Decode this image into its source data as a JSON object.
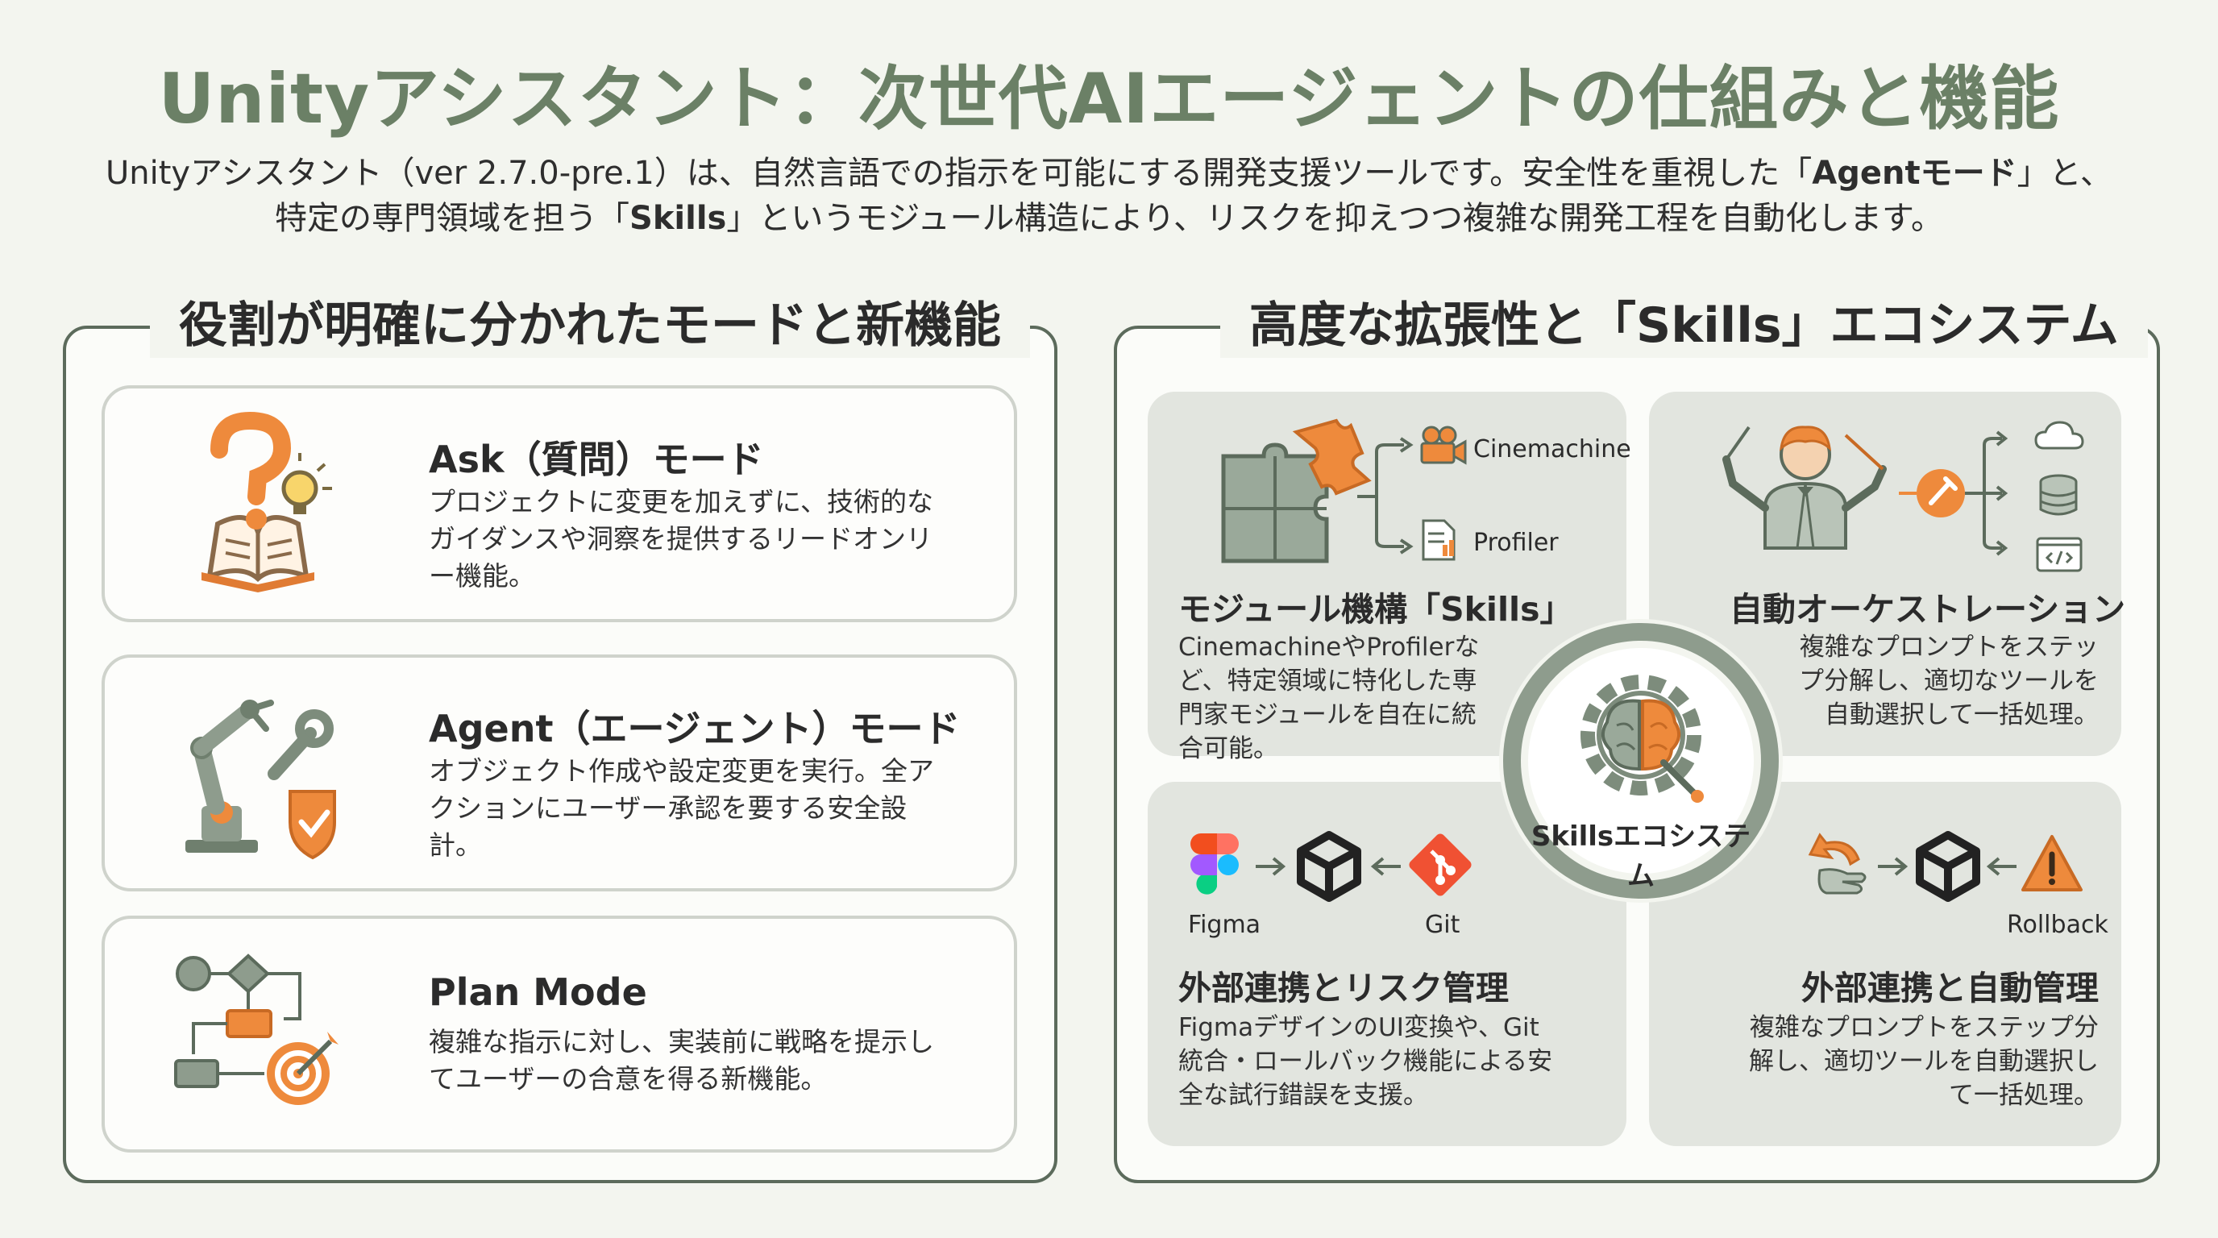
{
  "header": {
    "title": "Unityアシスタント：次世代AIエージェントの仕組みと機能",
    "intro_line1": {
      "pre": "Unityアシスタント（ver 2.7.0-pre.1）は、自然言語での指示を可能にする開発支援ツールです。安全性を重視した「",
      "bold": "Agentモード",
      "post": "」と、"
    },
    "intro_line2": {
      "pre": "特定の専門領域を担う「",
      "bold": "Skills",
      "post": "」というモジュール構造により、リスクを抑えつつ複雑な開発工程を自動化します。"
    }
  },
  "left_panel": {
    "title": "役割が明確に分かれたモードと新機能",
    "cards": [
      {
        "title": "Ask（質問）モード",
        "description": "プロジェクトに変更を加えずに、技術的なガイダンスや洞察を提供するリードオンリー機能。",
        "icon": "book-question-icon"
      },
      {
        "title": "Agent（エージェント）モード",
        "description": "オブジェクト作成や設定変更を実行。全アクションにユーザー承認を要する安全設計。",
        "icon": "robot-arm-shield-icon"
      },
      {
        "title": "Plan Mode",
        "description": "複雑な指示に対し、実装前に戦略を提示してユーザーの合意を得る新機能。",
        "icon": "flowchart-target-icon"
      }
    ]
  },
  "right_panel": {
    "title": "高度な拡張性と「Skills」エコシステム",
    "center_label": "Skillsエコシステム",
    "quadrants": {
      "top_left": {
        "title": "モジュール機構「Skills」",
        "description": "CinemachineやProfilerなど、特定領域に特化した専門家モジュールを自在に統合可能。",
        "labels": [
          "Cinemachine",
          "Profiler"
        ]
      },
      "top_right": {
        "title": "自動オーケストレーション",
        "description": "複雑なプロンプトをステップ分解し、適切なツールを自動選択して一括処理。"
      },
      "bottom_left": {
        "title": "外部連携とリスク管理",
        "description": "FigmaデザインのUI変換や、Git統合・ロールバック機能による安全な試行錯誤を支援。",
        "labels": [
          "Figma",
          "Git"
        ]
      },
      "bottom_right": {
        "title": "外部連携と自動管理",
        "description": "複雑なプロンプトをステップ分解し、適切ツールを自動選択して一括処理。",
        "labels": [
          "Rollback"
        ]
      }
    }
  },
  "colors": {
    "title_green": "#6b8066",
    "accent_orange": "#ee8a3c",
    "icon_gray": "#7d8c7c",
    "panel_border": "#5c6b5c"
  }
}
